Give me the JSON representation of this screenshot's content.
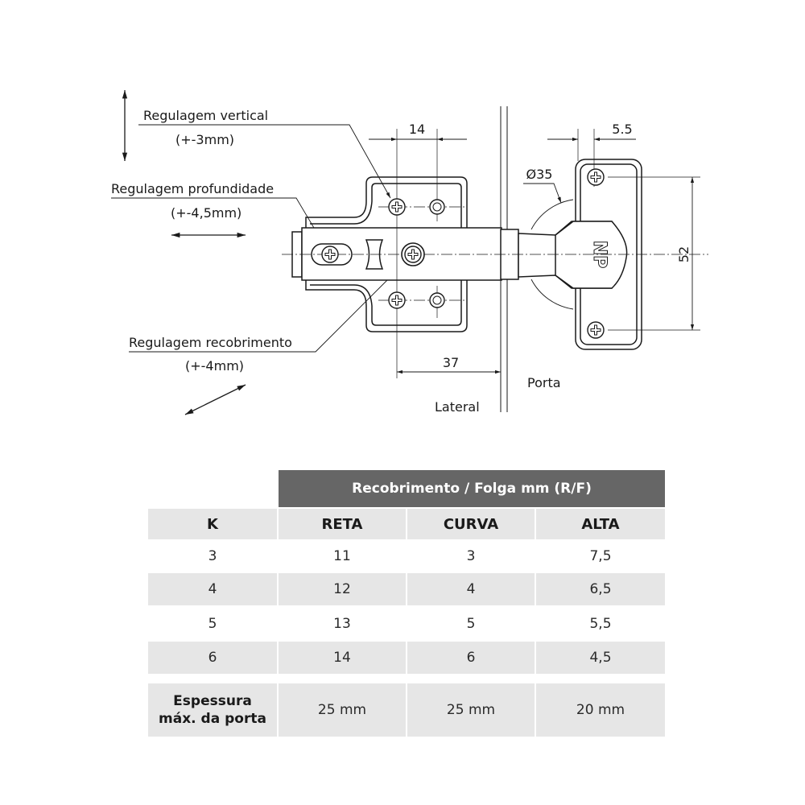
{
  "diagram": {
    "labels": {
      "vertical": "Regulagem vertical",
      "vertical_range": "(+-3mm)",
      "depth": "Regulagem profundidade",
      "depth_range": "(+-4,5mm)",
      "overlay": "Regulagem recobrimento",
      "overlay_range": "(+-4mm)",
      "door": "Porta",
      "side": "Lateral"
    },
    "dimensions": {
      "hole_spacing": "14",
      "edge": "5.5",
      "cup_diameter": "Ø35",
      "cup_holes": "52",
      "depth": "37"
    }
  },
  "table": {
    "title": "Recobrimento / Folga mm (R/F)",
    "headers": [
      "K",
      "RETA",
      "CURVA",
      "ALTA"
    ],
    "rows": [
      [
        "3",
        "11",
        "3",
        "7,5"
      ],
      [
        "4",
        "12",
        "4",
        "6,5"
      ],
      [
        "5",
        "13",
        "5",
        "5,5"
      ],
      [
        "6",
        "14",
        "6",
        "4,5"
      ]
    ],
    "footer": {
      "label_line1": "Espessura",
      "label_line2": "máx. da porta",
      "values": [
        "25 mm",
        "25 mm",
        "20 mm"
      ]
    }
  }
}
